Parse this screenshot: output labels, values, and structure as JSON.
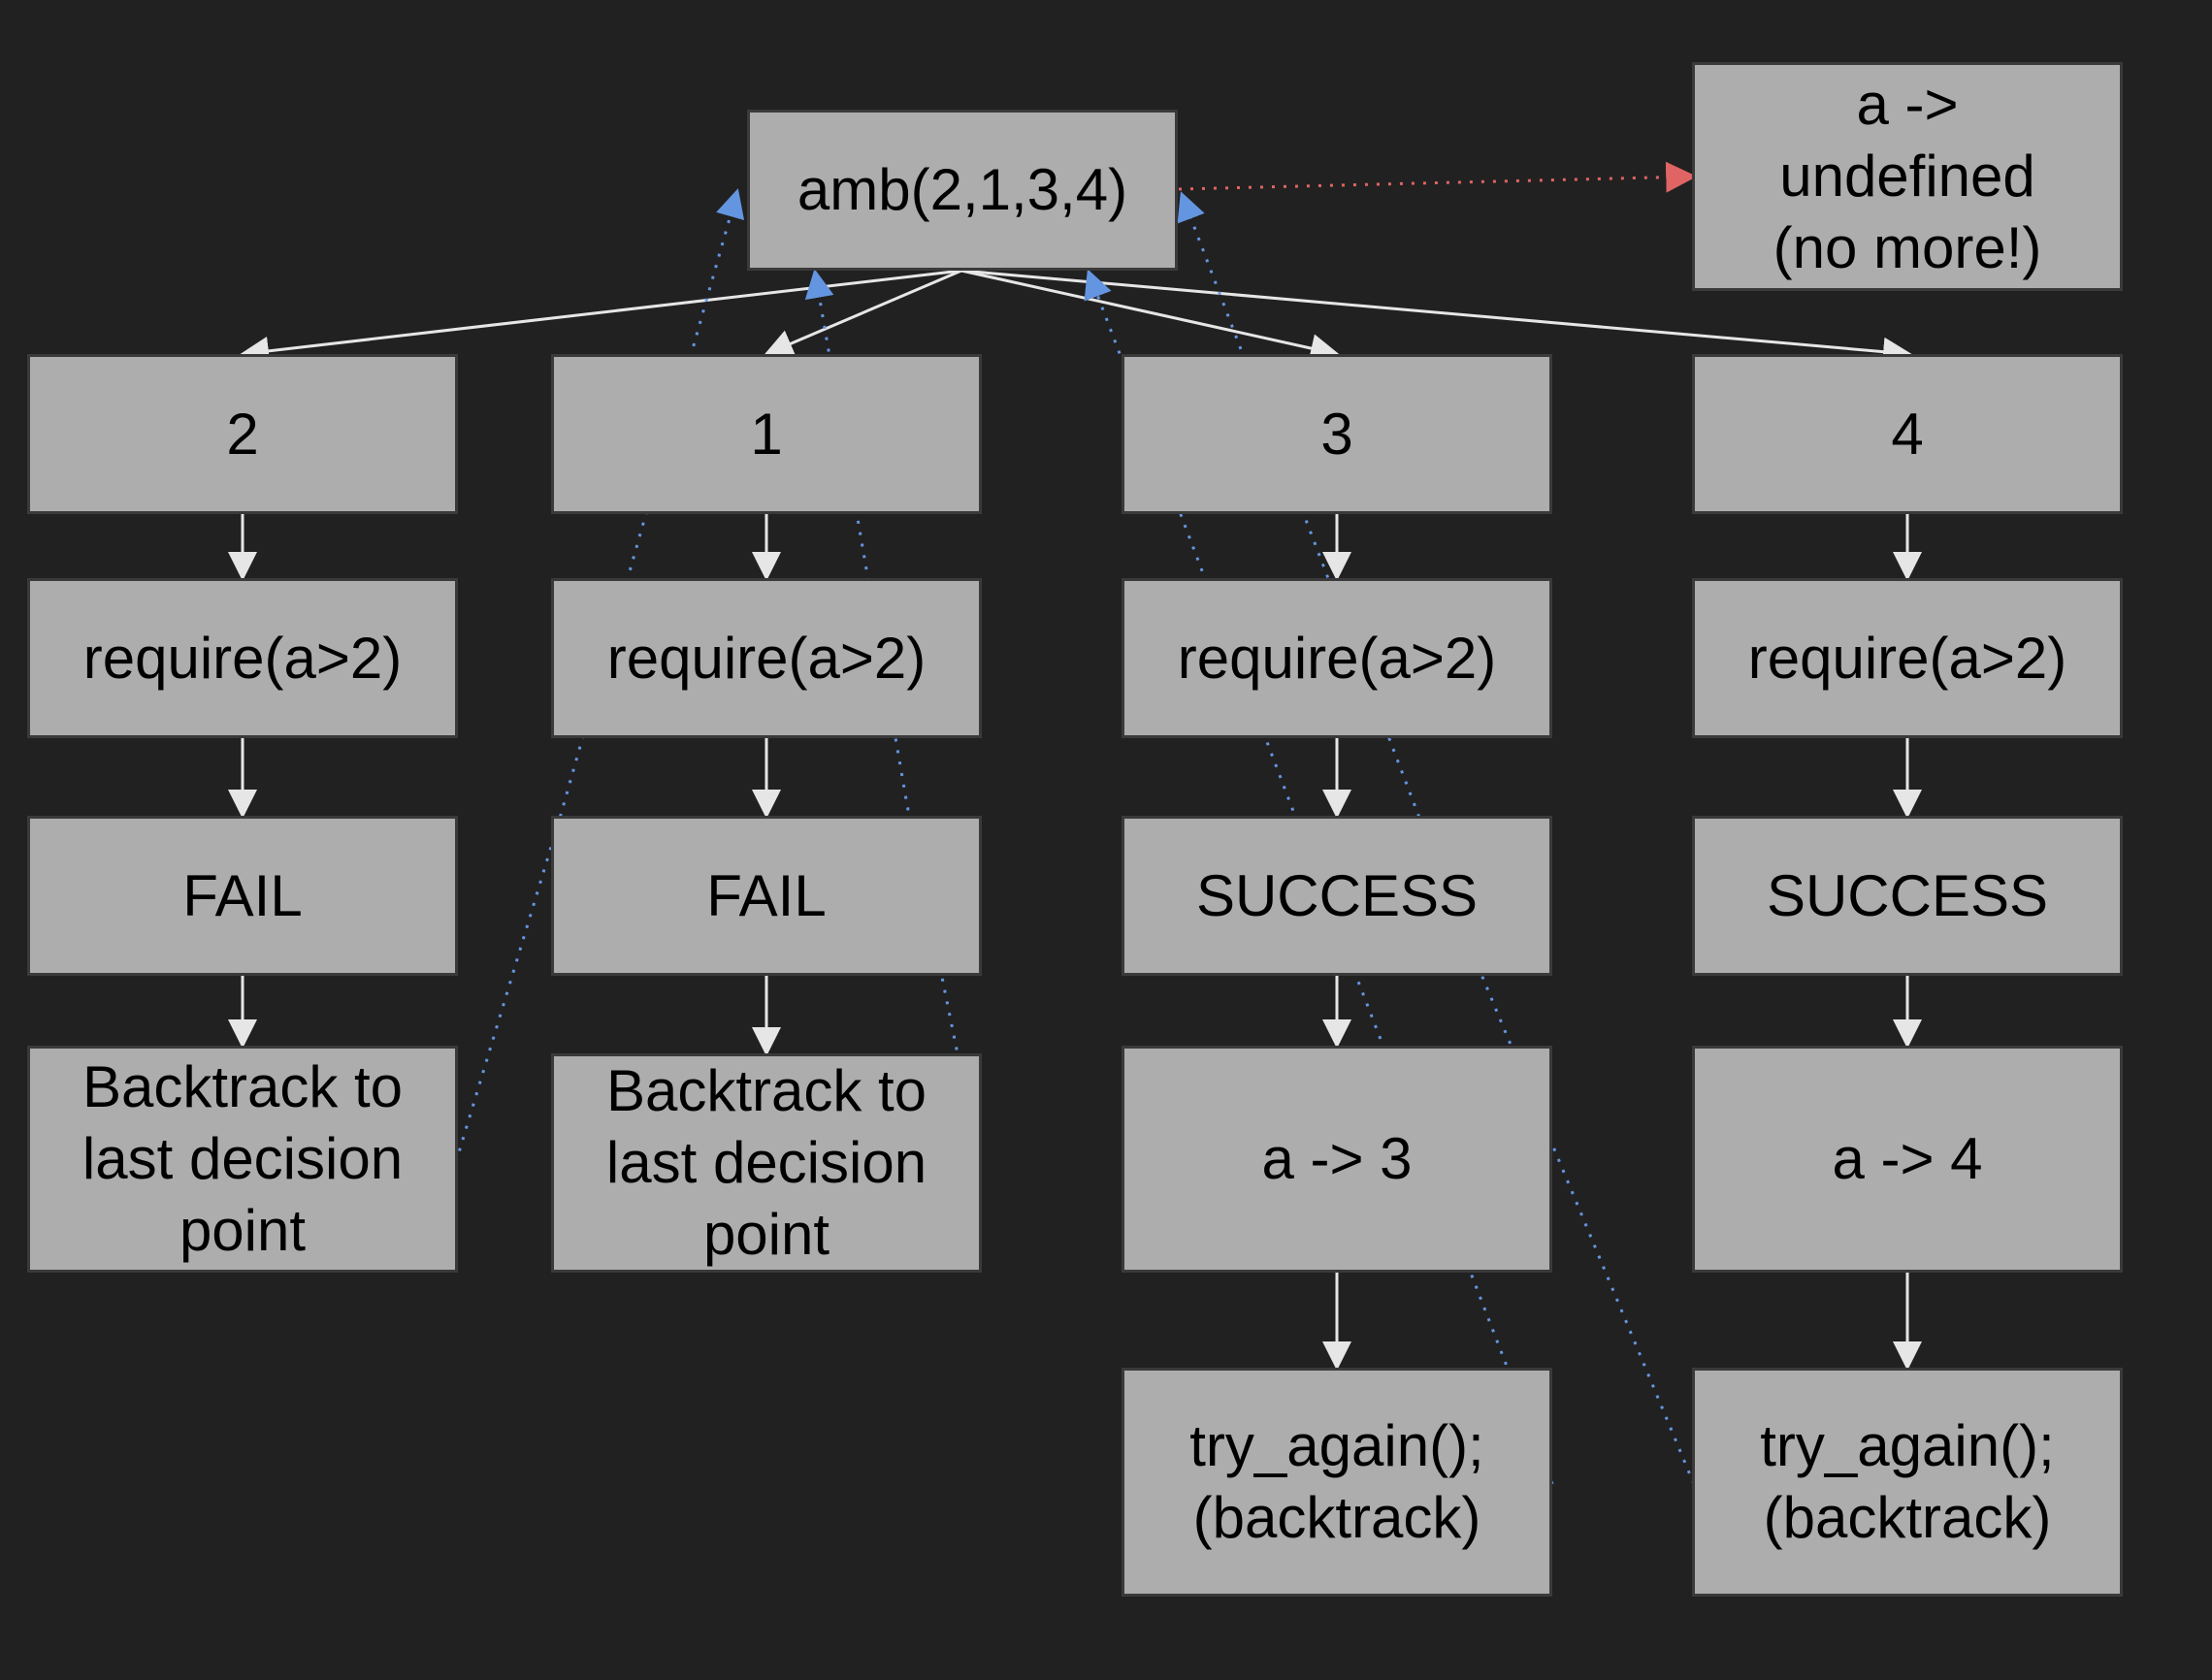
{
  "colors": {
    "background": "#212121",
    "box_fill": "#adadad",
    "box_border": "#3a3a3a",
    "solid_arrow": "#e6e6e6",
    "backtrack_arrow": "#6495e0",
    "exhausted_arrow": "#e06464"
  },
  "nodes": {
    "root": "amb(2,1,3,4)",
    "exhausted": "a ->\nundefined\n(no more!)",
    "branch_1": {
      "choice": "2",
      "require": "require(a>2)",
      "result": "FAIL",
      "outcome": "Backtrack to\nlast decision\npoint"
    },
    "branch_2": {
      "choice": "1",
      "require": "require(a>2)",
      "result": "FAIL",
      "outcome": "Backtrack to\nlast decision\npoint"
    },
    "branch_3": {
      "choice": "3",
      "require": "require(a>2)",
      "result": "SUCCESS",
      "outcome": "a -> 3",
      "retry": "try_again();\n(backtrack)"
    },
    "branch_4": {
      "choice": "4",
      "require": "require(a>2)",
      "result": "SUCCESS",
      "outcome": "a -> 4",
      "retry": "try_again();\n(backtrack)"
    }
  }
}
